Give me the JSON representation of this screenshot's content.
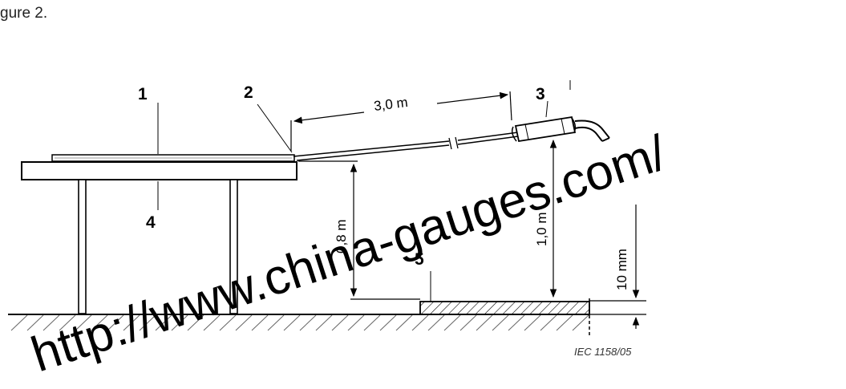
{
  "caption": "gure 2.",
  "labels": {
    "n1": "1",
    "n2": "2",
    "n3": "3",
    "n4": "4",
    "n5": "5"
  },
  "dimensions": {
    "cord_length": "3,0 m",
    "table_height": "0,8 m",
    "handle_height": "1,0 m",
    "plate_thickness": "10 mm"
  },
  "reference": "IEC   1158/05",
  "watermark": "http://www.china-gauges.com/"
}
